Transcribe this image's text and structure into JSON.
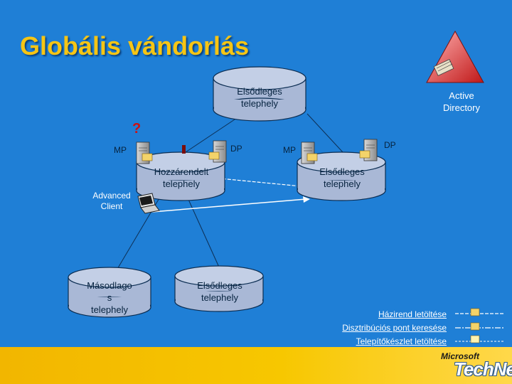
{
  "slide": {
    "title": "Globális vándorlás",
    "colors": {
      "background": "#1f7fd6",
      "title": "#f6c514",
      "site_fill": "#a9b8d6",
      "footer": "#f4bd00"
    }
  },
  "active_directory": {
    "label": "Active\nDirectory",
    "icon": "active-directory-pyramid-icon"
  },
  "sites": {
    "top": "Elsődleges\ntelephely",
    "assigned": "Hozzárendelt\ntelephely",
    "right": "Elsődleges\ntelephely",
    "secondary": "Másodlago\ns\ntelephely",
    "bottom_primary": "Elsődleges\ntelephely"
  },
  "roles": {
    "mp_left": "MP",
    "dp_left": "DP",
    "mp_right": "MP",
    "dp_right": "DP"
  },
  "question_mark": "?",
  "client": {
    "label": "Advanced\nClient",
    "icon": "laptop-icon"
  },
  "legend": [
    {
      "label": "Házirend letöltése",
      "line": "dashed"
    },
    {
      "label": "Disztribúciós pont keresése",
      "line": "dash-dot"
    },
    {
      "label": "Telepítőkészlet letöltése",
      "line": "dashed-fine"
    }
  ],
  "footer": {
    "brand_top": "Microsoft",
    "brand_main": "TechNet"
  }
}
